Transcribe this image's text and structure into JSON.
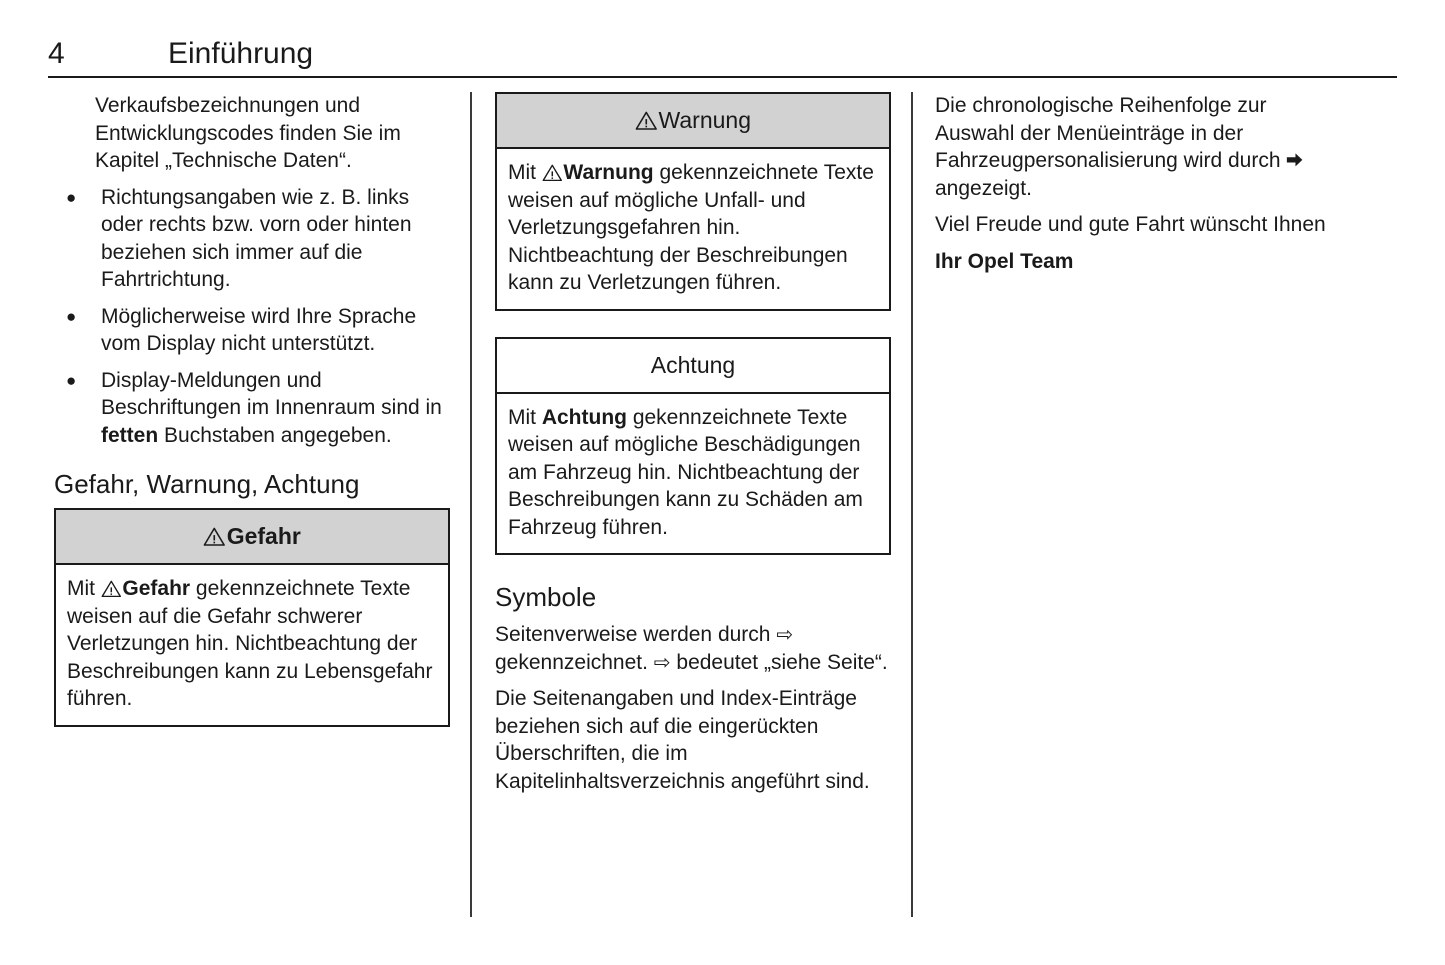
{
  "header": {
    "page_number": "4",
    "chapter_title": "Einführung"
  },
  "left_column": {
    "intro_paragraph": "Verkaufsbezeichnungen und Entwicklungscodes finden Sie im Kapitel „Technische Daten“.",
    "bullets": [
      "Richtungsangaben wie z. B. links oder rechts bzw. vorn oder hinten beziehen sich immer auf die Fahrtrichtung.",
      "Möglicherweise wird Ihre Sprache vom Display nicht unterstützt.",
      {
        "part1": "Display-Meldungen und Beschriftungen im Innenraum sind in ",
        "emphasis": "fetten",
        "part2": " Buchstaben angegeben."
      }
    ],
    "heading": "Gefahr, Warnung, Achtung",
    "danger_box": {
      "icon": "warning-triangle-icon",
      "title": "Gefahr",
      "body_prefix": "Mit ",
      "body_term": "Gefahr",
      "body_suffix": " gekennzeichnete Texte weisen auf die Gefahr schwerer Verletzungen hin. Nichtbeachtung der Beschreibungen kann zu Lebensgefahr führen.",
      "head_background": "#d2d2d2"
    }
  },
  "middle_column": {
    "warning_box": {
      "icon": "warning-triangle-icon",
      "title": "Warnung",
      "body_prefix": "Mit ",
      "body_term": "Warnung",
      "body_suffix": " gekennzeichnete Texte weisen auf mögliche Unfall- und Verletzungsgefahren hin. Nichtbeachtung der Beschreibungen kann zu Verletzungen führen.",
      "head_background": "#d2d2d2"
    },
    "caution_box": {
      "title": "Achtung",
      "body_prefix": "Mit ",
      "body_term": "Achtung",
      "body_suffix": " gekennzeichnete Texte weisen auf mögliche Beschädigungen am Fahrzeug hin. Nichtbeachtung der Beschreibungen kann zu Schäden am Fahrzeug führen.",
      "head_background": "#ffffff"
    },
    "symbols_heading": "Symbole",
    "symbols_para1_a": "Seitenverweise werden durch ",
    "symbols_arrow": "⇨",
    "symbols_para1_b": " gekennzeichnet. ",
    "symbols_para1_c": " bedeutet „siehe Seite“.",
    "symbols_para2": "Die Seitenangaben und Index-Einträge beziehen sich auf die eingerückten Überschriften, die im Kapitelinhaltsverzeichnis angeführt sind."
  },
  "right_column": {
    "para1_a": "Die chronologische Reihenfolge zur Auswahl der Menüeinträge in der Fahrzeugpersonalisierung wird durch ",
    "para1_arrow_icon": "solid-right-arrow-icon",
    "para1_b": " angezeigt.",
    "para2": "Viel Freude und gute Fahrt wünscht Ihnen",
    "signature": "Ihr Opel Team"
  }
}
